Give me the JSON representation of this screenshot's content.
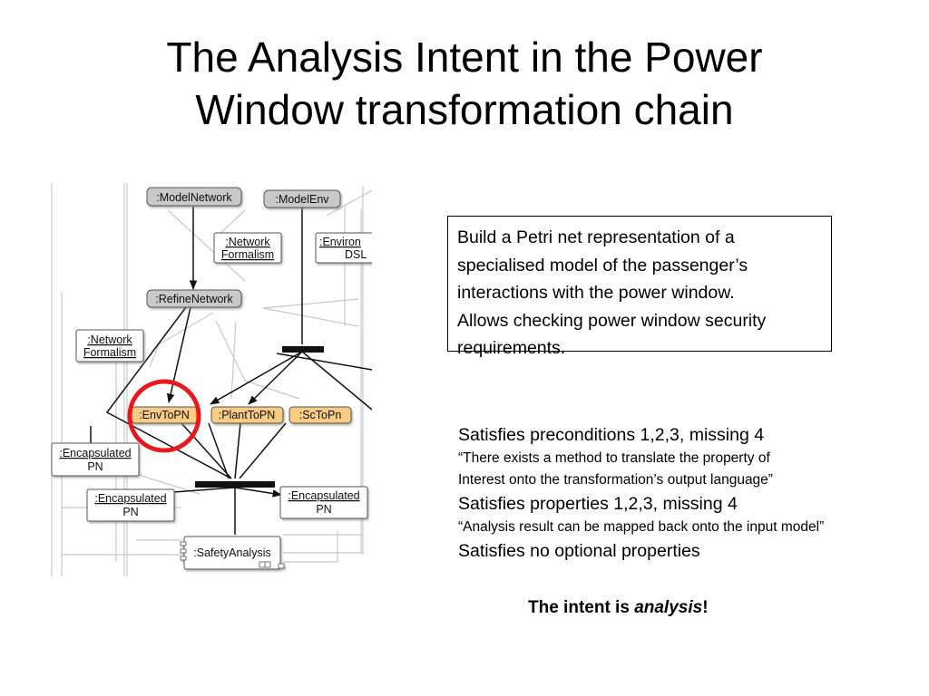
{
  "slide": {
    "title_line1": "The Analysis Intent in the Power",
    "title_line2": "Window transformation chain"
  },
  "diagram": {
    "nodes": {
      "model_network": ":ModelNetwork",
      "model_env": ":ModelEnv",
      "network_formalism_top": [
        ":Network",
        "Formalism"
      ],
      "environment_dsl": [
        ":Environ",
        "DSL"
      ],
      "refine_network": ":RefineNetwork",
      "network_formalism_left": [
        ":Network",
        "Formalism"
      ],
      "env_to_pn": ":EnvToPN",
      "plant_to_pn": ":PlantToPN",
      "sc_to_pn": ":ScToPn",
      "encapsulated_left": [
        ":Encapsulated",
        "PN"
      ],
      "encapsulated_mid": [
        ":Encapsulated",
        "PN"
      ],
      "encapsulated_right": [
        ":Encapsulated",
        "PN"
      ],
      "safety_analysis": ":SafetyAnalysis"
    },
    "colors": {
      "gray_node": "#c9c9c9",
      "orange_node": "#f8cc82",
      "highlight_circle": "#e8191c",
      "edge": "#111111",
      "faint_edge": "#c8c8c8"
    }
  },
  "description": {
    "lines": [
      "Build a Petri net representation of a",
      "specialised model of the passenger’s",
      "interactions with the power window.",
      "Allows checking power window security",
      "requirements."
    ]
  },
  "properties": {
    "preconditions": "Satisfies preconditions 1,2,3, missing 4",
    "precondition_note_1": "“There exists a method to translate the property of",
    "precondition_note_2": "Interest onto the transformation’s output language”",
    "props": "Satisfies properties 1,2,3, missing 4",
    "props_note": "“Analysis result can be mapped back onto the input model”",
    "optional": "Satisfies no optional properties"
  },
  "conclusion": {
    "prefix": "The intent is ",
    "emphasis": "analysis",
    "suffix": "!"
  }
}
